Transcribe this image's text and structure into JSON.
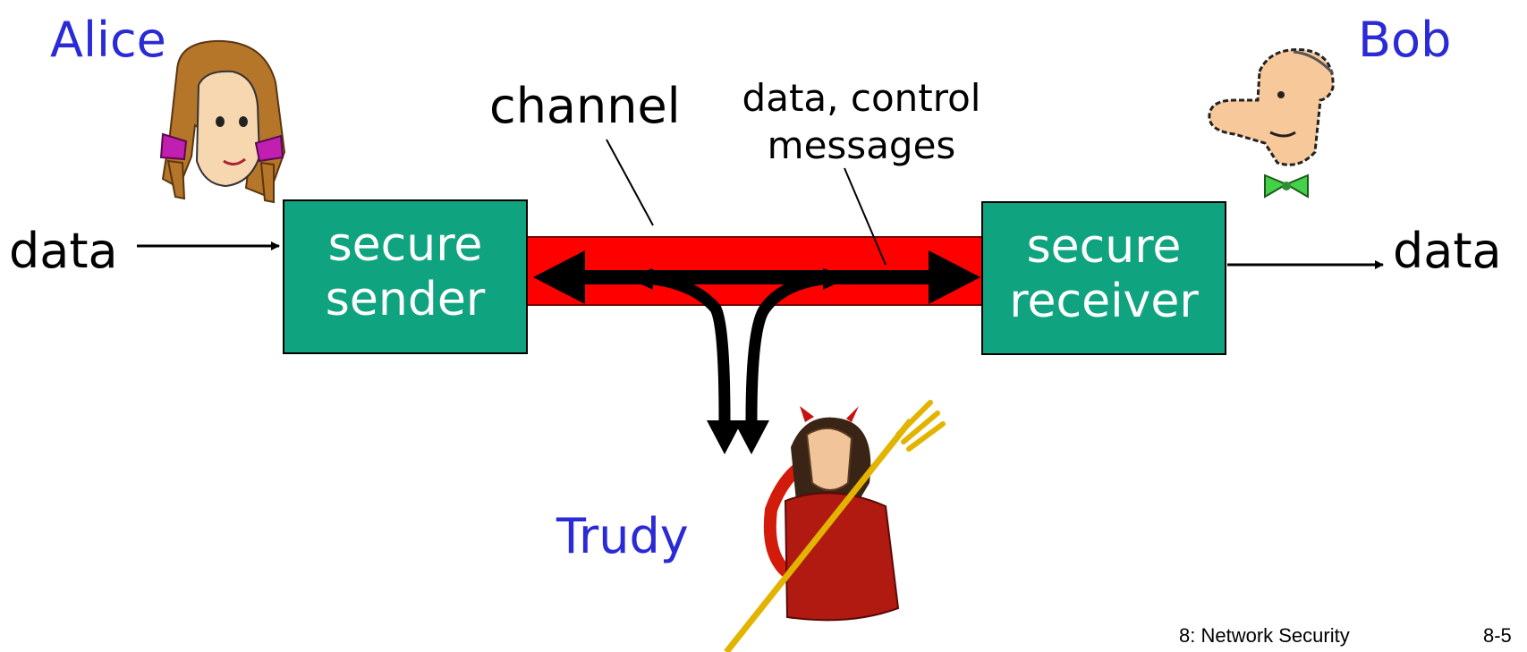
{
  "actors": {
    "alice": "Alice",
    "bob": "Bob",
    "trudy": "Trudy"
  },
  "labels": {
    "data_in": "data",
    "data_out": "data",
    "channel": "channel",
    "messages_line1": "data, control",
    "messages_line2": "messages"
  },
  "boxes": {
    "sender_line1": "secure",
    "sender_line2": "sender",
    "receiver_line1": "secure",
    "receiver_line2": "receiver"
  },
  "footer": {
    "course": "8: Network Security",
    "page": "8-5"
  },
  "colors": {
    "actor_name": "#2a2ad6",
    "box_fill": "#10a37f",
    "channel": "#ff0000",
    "arrow": "#000000"
  }
}
